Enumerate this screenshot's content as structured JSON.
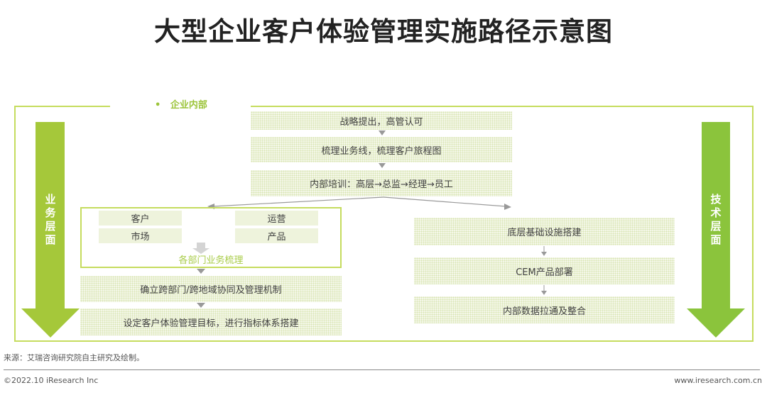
{
  "title": "大型企业客户体验管理实施路径示意图",
  "section_label": "企业内部",
  "left_arrow": {
    "label": "业务层面",
    "color": "#a5c83a"
  },
  "right_arrow": {
    "label": "技术层面",
    "color": "#8bc43c"
  },
  "top_steps": [
    "战略提出，高管认可",
    "梳理业务线，梳理客户旅程图",
    "内部培训：高层→总监→经理→员工"
  ],
  "departments": {
    "items": [
      "客户",
      "市场",
      "运营",
      "产品"
    ],
    "caption": "各部门业务梳理"
  },
  "business_steps": [
    "确立跨部门/跨地域协同及管理机制",
    "设定客户体验管理目标，进行指标体系搭建"
  ],
  "tech_steps": [
    "底层基础设施搭建",
    "CEM产品部署",
    "内部数据拉通及整合"
  ],
  "footer": {
    "source": "来源：艾瑞咨询研究院自主研究及绘制。",
    "copyright": "©2022.10 iResearch Inc",
    "website": "www.iresearch.com.cn"
  }
}
